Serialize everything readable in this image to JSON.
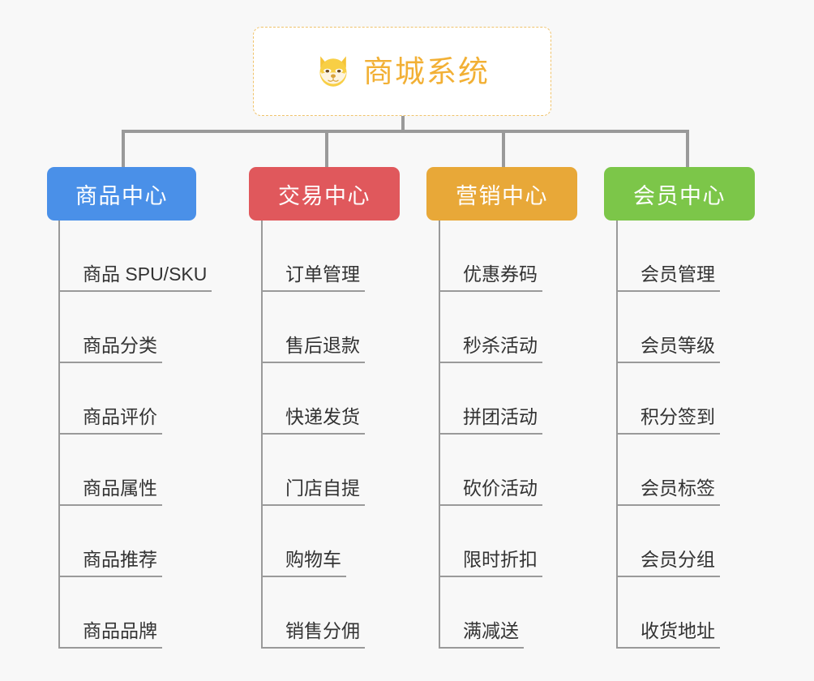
{
  "page": {
    "background_color": "#f8f8f8",
    "line_color": "#9a9a9a"
  },
  "root": {
    "title": "商城系统",
    "icon": "shiba-dog-face-icon",
    "text_color": "#f2b035",
    "border_color": "#f0c36b",
    "background_color": "#ffffff"
  },
  "categories": [
    {
      "label": "商品中心",
      "color": "#4a90e8",
      "items": [
        "商品 SPU/SKU",
        "商品分类",
        "商品评价",
        "商品属性",
        "商品推荐",
        "商品品牌"
      ]
    },
    {
      "label": "交易中心",
      "color": "#e0585c",
      "items": [
        "订单管理",
        "售后退款",
        "快递发货",
        "门店自提",
        "购物车",
        "销售分佣"
      ]
    },
    {
      "label": "营销中心",
      "color": "#e8a838",
      "items": [
        "优惠券码",
        "秒杀活动",
        "拼团活动",
        "砍价活动",
        "限时折扣",
        "满减送"
      ]
    },
    {
      "label": "会员中心",
      "color": "#7cc649",
      "items": [
        "会员管理",
        "会员等级",
        "积分签到",
        "会员标签",
        "会员分组",
        "收货地址"
      ]
    }
  ]
}
